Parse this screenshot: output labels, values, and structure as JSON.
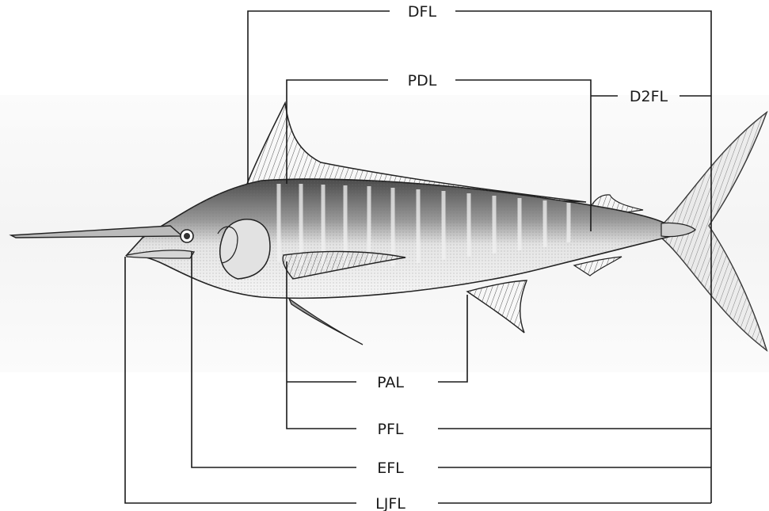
{
  "diagram": {
    "labels": {
      "dfl": "DFL",
      "pdl": "PDL",
      "d2fl": "D2FL",
      "pal": "PAL",
      "pfl": "PFL",
      "efl": "EFL",
      "ljfl": "LJFL"
    },
    "colors": {
      "ink": "#1a1a1a",
      "body_light": "#e9e9e9",
      "body_dark": "#6e6e6e",
      "fin": "#bdbdbd",
      "background": "#ffffff"
    }
  }
}
